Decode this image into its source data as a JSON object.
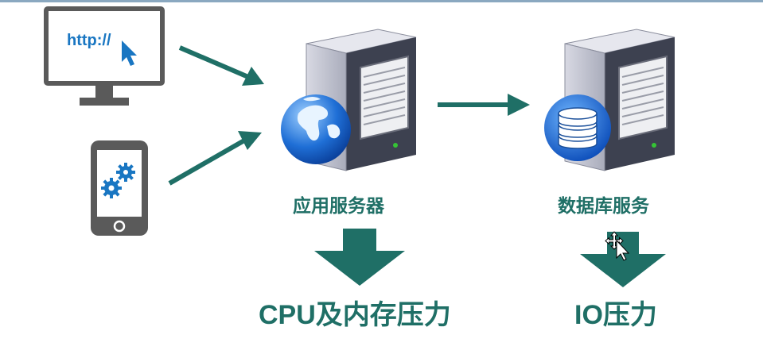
{
  "monitor": {
    "url_text": "http://"
  },
  "app_server": {
    "label": "应用服务器"
  },
  "db_server": {
    "label": "数据库服务"
  },
  "pressure": {
    "cpu_label": "CPU及内存压力",
    "io_label": "IO压力"
  },
  "colors": {
    "arrow": "#1f6f66",
    "label": "#1f6f66",
    "device_frame": "#555555",
    "url": "#1976c2",
    "server_body": "#b9bcc9"
  }
}
